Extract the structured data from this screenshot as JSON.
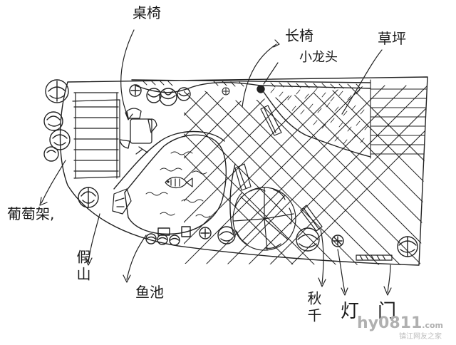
{
  "labels": {
    "pavilion_seats": "桌椅",
    "long_bench": "长椅",
    "faucet": "小龙头",
    "lawn": "草坪",
    "grape_trellis": "葡萄架,",
    "rockery": "假山",
    "fish_pond": "鱼池",
    "swing": "秋千",
    "lamp": "灯",
    "gate": "门"
  },
  "watermark": {
    "text": "hy0811",
    "domain": ".com",
    "sub": "镇江网友之家"
  }
}
